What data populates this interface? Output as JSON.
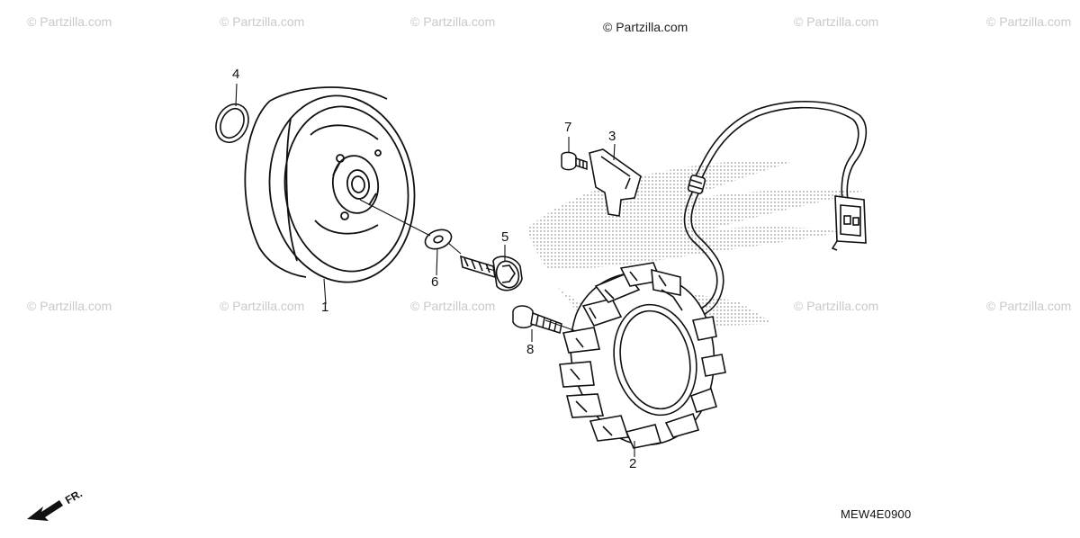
{
  "watermarks": {
    "top_center": "© Partzilla.com",
    "repeat": "© Partzilla.com"
  },
  "callouts": {
    "p1": "1",
    "p2": "2",
    "p3": "3",
    "p4": "4",
    "p5": "5",
    "p6": "6",
    "p7": "7",
    "p8": "8"
  },
  "front_label": "FR.",
  "diagram_code": "MEW4E0900"
}
